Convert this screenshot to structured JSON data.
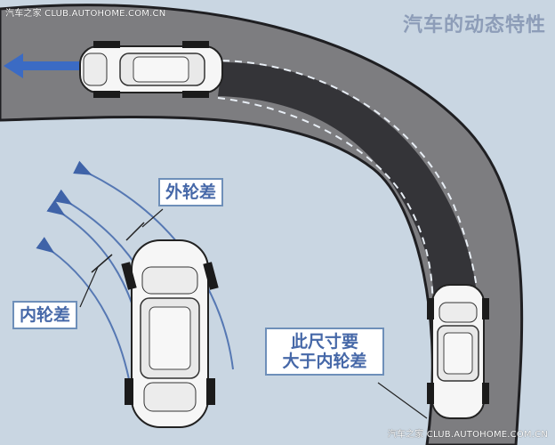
{
  "title": "汽车的动态特性",
  "watermark_top": "汽车之家 CLUB.AUTOHOME.COM.CN",
  "watermark_bottom": "汽车之家 CLUB.AUTOHOME.COM.CN",
  "labels": {
    "outer_wheel_diff": "外轮差",
    "inner_wheel_diff": "内轮差",
    "note_line1": "此尺寸要",
    "note_line2": "大于内轮差"
  },
  "colors": {
    "background": "#c9d6e2",
    "road": "#7d7d80",
    "track": "#3a3a3d",
    "arrow_blue": "#3b6bc4",
    "trajectory": "#5678b3",
    "label_text": "#4668a8",
    "title": "#8d9db8"
  }
}
